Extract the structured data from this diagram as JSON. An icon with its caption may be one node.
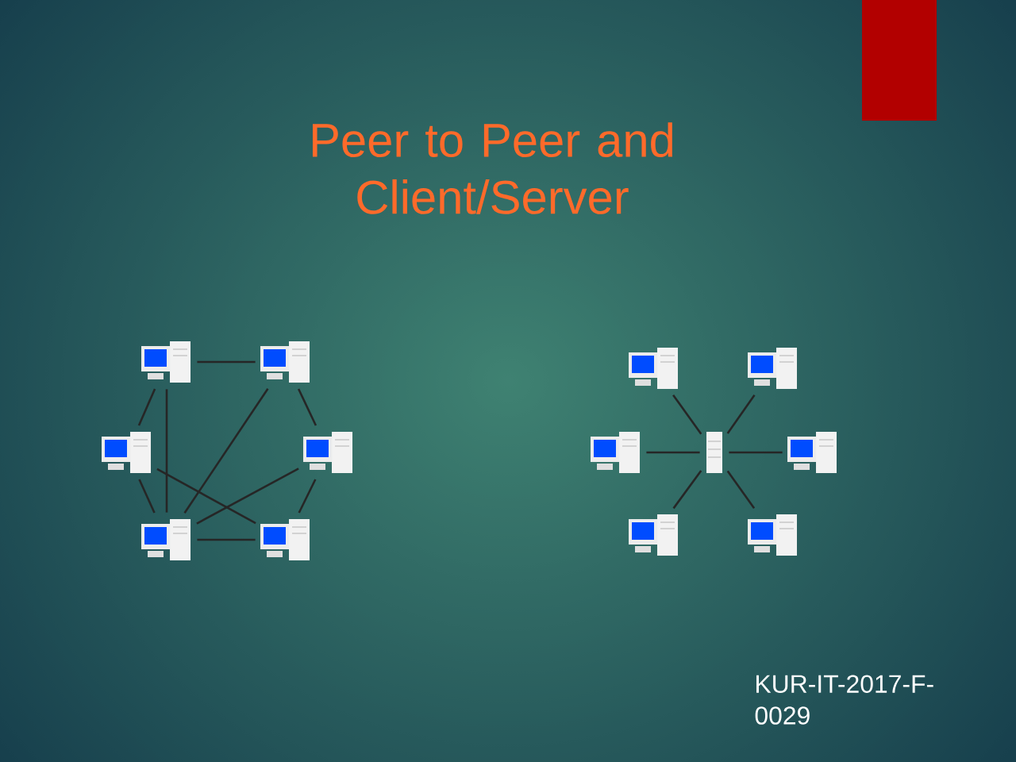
{
  "diagram": {
    "title": "Peer to Peer and Client/Server",
    "nodes": [
      {
        "text": [],
        "shape": "computer"
      },
      {
        "text": [],
        "shape": "computer"
      },
      {
        "text": [],
        "shape": "computer"
      },
      {
        "text": [],
        "shape": "computer"
      },
      {
        "text": [],
        "shape": "computer"
      },
      {
        "text": [],
        "shape": "computer"
      },
      {
        "text": [],
        "shape": "computer"
      },
      {
        "text": [],
        "shape": "computer"
      },
      {
        "text": [],
        "shape": "computer"
      },
      {
        "text": [],
        "shape": "server"
      },
      {
        "text": [],
        "shape": "computer"
      },
      {
        "text": [],
        "shape": "computer"
      },
      {
        "text": [],
        "shape": "computer"
      }
    ],
    "edges": [
      {
        "from": 0,
        "to": 1,
        "arrow": "none"
      },
      {
        "from": 0,
        "to": 2,
        "arrow": "none"
      },
      {
        "from": 1,
        "to": 3,
        "arrow": "none"
      },
      {
        "from": 0,
        "to": 4,
        "arrow": "none"
      },
      {
        "from": 1,
        "to": 4,
        "arrow": "none"
      },
      {
        "from": 2,
        "to": 4,
        "arrow": "none"
      },
      {
        "from": 2,
        "to": 5,
        "arrow": "none"
      },
      {
        "from": 3,
        "to": 4,
        "arrow": "none"
      },
      {
        "from": 3,
        "to": 5,
        "arrow": "none"
      },
      {
        "from": 4,
        "to": 5,
        "arrow": "none"
      },
      {
        "from": 9,
        "to": 6,
        "arrow": "none"
      },
      {
        "from": 9,
        "to": 7,
        "arrow": "none"
      },
      {
        "from": 9,
        "to": 8,
        "arrow": "none"
      },
      {
        "from": 9,
        "to": 10,
        "arrow": "none"
      },
      {
        "from": 9,
        "to": 11,
        "arrow": "none"
      },
      {
        "from": 9,
        "to": 12,
        "arrow": "none"
      }
    ],
    "labels": [
      "KUR-IT-2017-F-0029"
    ]
  }
}
